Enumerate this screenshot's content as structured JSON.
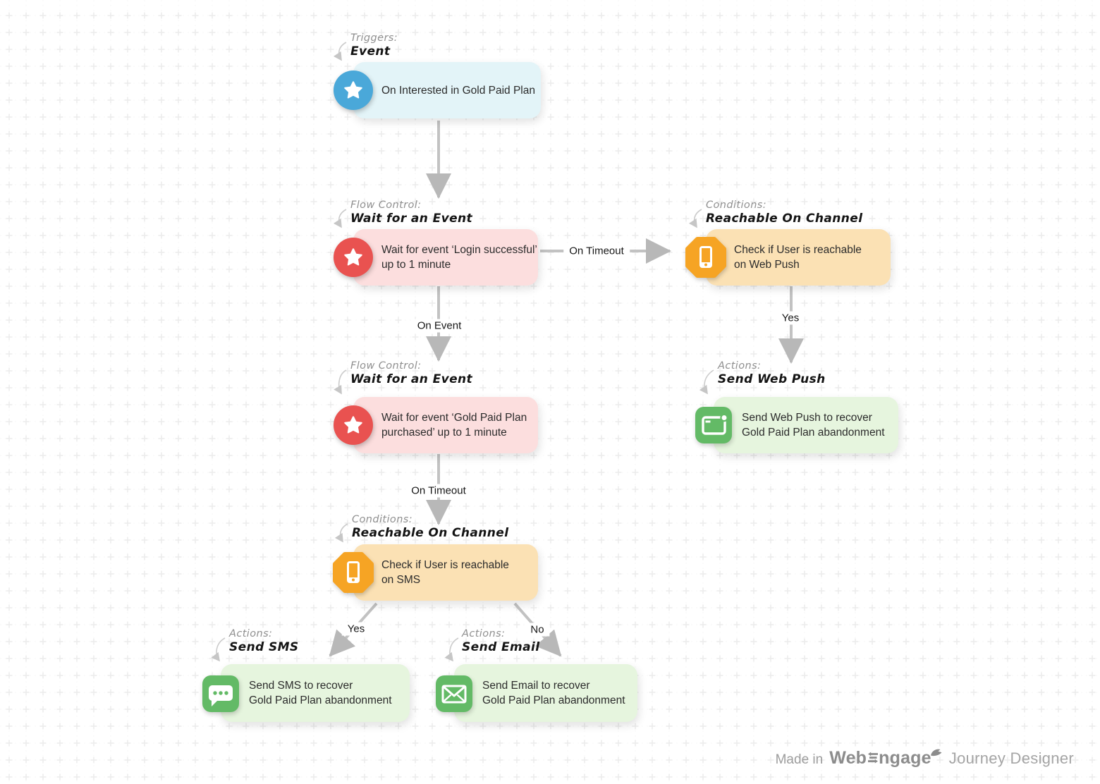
{
  "app": {
    "name": "WebEngage Journey Designer canvas"
  },
  "nodes": [
    {
      "id": "trigger-event",
      "category": "Triggers:",
      "type": "Event",
      "line1": "On Interested in Gold Paid Plan",
      "line2": "",
      "icon": "star-icon",
      "accent": "#4aa8d9",
      "fill": "#e3f4f8"
    },
    {
      "id": "wait-login",
      "category": "Flow Control:",
      "type": "Wait for an Event",
      "line1": "Wait for event ‘Login successful’",
      "line2": "up to 1 minute",
      "icon": "star-icon",
      "accent": "#e95250",
      "fill": "#fcdede"
    },
    {
      "id": "condition-webpush",
      "category": "Conditions:",
      "type": "Reachable On Channel",
      "line1": "Check if User is reachable",
      "line2": "on Web Push",
      "icon": "mobile-phone-icon",
      "accent": "#f6a424",
      "fill": "#fbe1b4"
    },
    {
      "id": "send-webpush",
      "category": "Actions:",
      "type": "Send Web Push",
      "line1": "Send Web Push to recover",
      "line2": "Gold Paid Plan abandonment",
      "icon": "browser-window-icon",
      "accent": "#63ba66",
      "fill": "#e6f5de"
    },
    {
      "id": "wait-purchase",
      "category": "Flow Control:",
      "type": "Wait for an Event",
      "line1": "Wait for event ‘Gold Paid Plan",
      "line2": "purchased’ up to 1 minute",
      "icon": "star-icon",
      "accent": "#e95250",
      "fill": "#fcdede"
    },
    {
      "id": "condition-sms",
      "category": "Conditions:",
      "type": "Reachable On Channel",
      "line1": "Check if User is reachable",
      "line2": "on SMS",
      "icon": "mobile-phone-icon",
      "accent": "#f6a424",
      "fill": "#fbe1b4"
    },
    {
      "id": "send-sms",
      "category": "Actions:",
      "type": "Send SMS",
      "line1": "Send SMS to recover",
      "line2": "Gold Paid Plan abandonment",
      "icon": "chat-bubble-icon",
      "accent": "#63ba66",
      "fill": "#e6f5de"
    },
    {
      "id": "send-email",
      "category": "Actions:",
      "type": "Send Email",
      "line1": "Send Email to recover",
      "line2": "Gold Paid Plan abandonment",
      "icon": "envelope-icon",
      "accent": "#63ba66",
      "fill": "#e6f5de"
    }
  ],
  "edges": {
    "on_timeout_right": "On Timeout",
    "on_event": "On Event",
    "yes_right": "Yes",
    "on_timeout_down": "On Timeout",
    "yes_left": "Yes",
    "no_right": "No"
  },
  "colors": {
    "connector": "#c2c2c2",
    "arrowhead": "#b8b8b8",
    "grid_plus": "#ececec",
    "grid_dots": "#f7f7f7"
  },
  "footer": {
    "made_in": "Made in",
    "brand_web": "Web",
    "brand_ngage": "ngage",
    "product": "Journey Designer"
  }
}
